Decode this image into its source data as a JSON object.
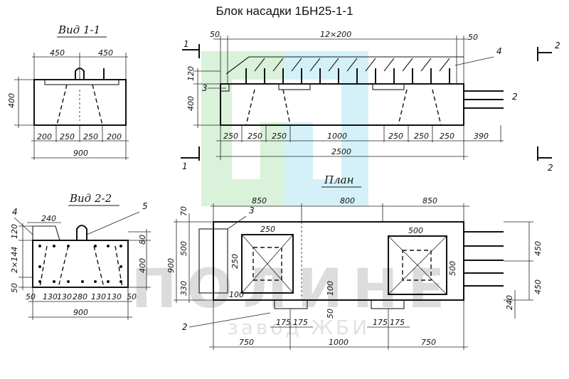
{
  "title": "Блок насадки 1БН25-1-1",
  "views": {
    "view11": {
      "label": "Вид 1-1",
      "top_dims": [
        "450",
        "450"
      ],
      "height_dim": "400",
      "bottom_dims": [
        "200",
        "250",
        "250",
        "200"
      ],
      "total": "900"
    },
    "view22": {
      "label": "Вид 2-2",
      "top_dims": [
        "240"
      ],
      "left_dims": [
        "120",
        "2×144",
        "50"
      ],
      "right_dims": [
        "80",
        "400"
      ],
      "bottom_dims": [
        "50",
        "130",
        "130",
        "280",
        "130",
        "130",
        "50"
      ],
      "total": "900",
      "callouts": [
        "4",
        "5"
      ]
    },
    "elevation": {
      "top_dims": [
        "50",
        "12×200",
        "50"
      ],
      "left_dims": [
        "120",
        "400"
      ],
      "bottom_dims": [
        "250",
        "250",
        "250",
        "1000",
        "250",
        "250",
        "250",
        "390"
      ],
      "total": "2500",
      "callouts": [
        "3",
        "4",
        "2"
      ],
      "section_marks": [
        "1",
        "1",
        "2",
        "2"
      ]
    },
    "plan": {
      "label": "План",
      "top_dims": [
        "850",
        "800",
        "850"
      ],
      "left_dims": [
        "70",
        "500",
        "330"
      ],
      "left_total": "900",
      "right_dims": [
        "450",
        "450",
        "240"
      ],
      "inner_dims": [
        "250",
        "250",
        "100",
        "500",
        "500",
        "100",
        "50"
      ],
      "bottom_small": [
        "175",
        "175",
        "175",
        "175"
      ],
      "bottom_dims": [
        "750",
        "1000",
        "750"
      ],
      "callouts": [
        "3",
        "2"
      ]
    }
  },
  "watermark": {
    "brand": "ПОЛИНЕ",
    "tag": "завод ЖБИ",
    "colors": {
      "green": "#cdeccd",
      "cyan": "#c6eef7",
      "gray": "#e0e0e0"
    }
  }
}
